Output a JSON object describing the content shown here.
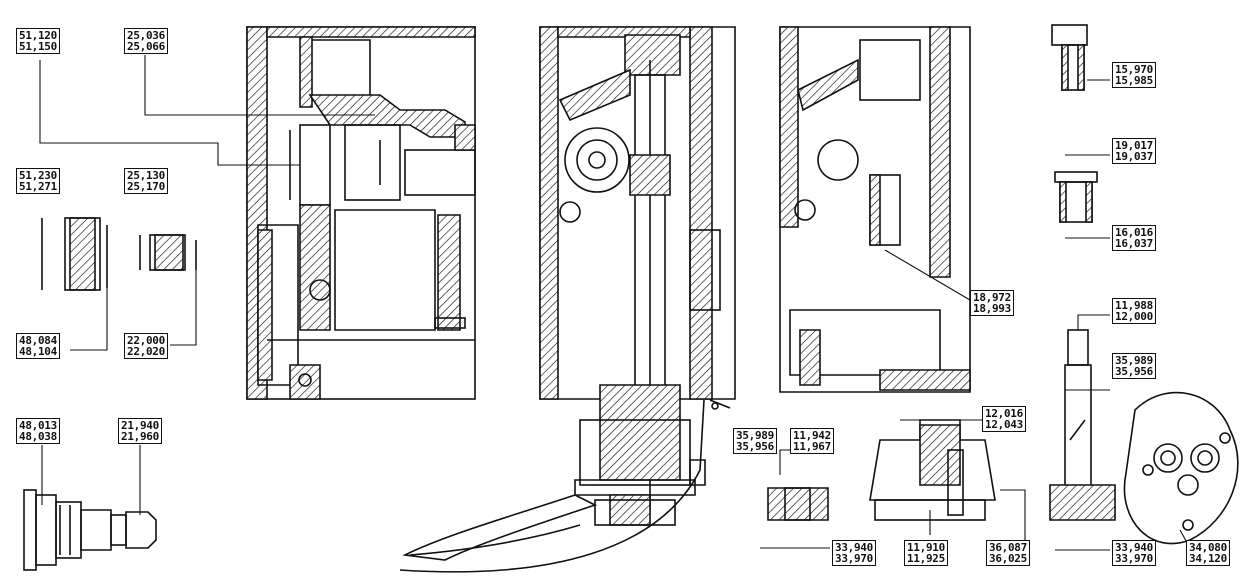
{
  "dimensions": [
    {
      "id": "d1",
      "top": "51,120",
      "bottom": "51,150"
    },
    {
      "id": "d2",
      "top": "25,036",
      "bottom": "25,066"
    },
    {
      "id": "d3",
      "top": "51,230",
      "bottom": "51,271"
    },
    {
      "id": "d4",
      "top": "25,130",
      "bottom": "25,170"
    },
    {
      "id": "d5",
      "top": "48,084",
      "bottom": "48,104"
    },
    {
      "id": "d6",
      "top": "22,000",
      "bottom": "22,020"
    },
    {
      "id": "d7",
      "top": "48,013",
      "bottom": "48,038"
    },
    {
      "id": "d8",
      "top": "21,940",
      "bottom": "21,960"
    },
    {
      "id": "d9",
      "top": "15,970",
      "bottom": "15,985"
    },
    {
      "id": "d10",
      "top": "19,017",
      "bottom": "19,037"
    },
    {
      "id": "d11",
      "top": "16,016",
      "bottom": "16,037"
    },
    {
      "id": "d12",
      "top": "18,972",
      "bottom": "18,993"
    },
    {
      "id": "d13",
      "top": "11,988",
      "bottom": "12,000"
    },
    {
      "id": "d14",
      "top": "35,989",
      "bottom": "35,956"
    },
    {
      "id": "d15",
      "top": "35,989",
      "bottom": "35,956"
    },
    {
      "id": "d16",
      "top": "11,942",
      "bottom": "11,967"
    },
    {
      "id": "d17",
      "top": "12,016",
      "bottom": "12,043"
    },
    {
      "id": "d18",
      "top": "33,940",
      "bottom": "33,970"
    },
    {
      "id": "d19",
      "top": "11,910",
      "bottom": "11,925"
    },
    {
      "id": "d20",
      "top": "36,087",
      "bottom": "36,025"
    },
    {
      "id": "d21",
      "top": "33,940",
      "bottom": "33,970"
    },
    {
      "id": "d22",
      "top": "34,080",
      "bottom": "34,120"
    }
  ]
}
